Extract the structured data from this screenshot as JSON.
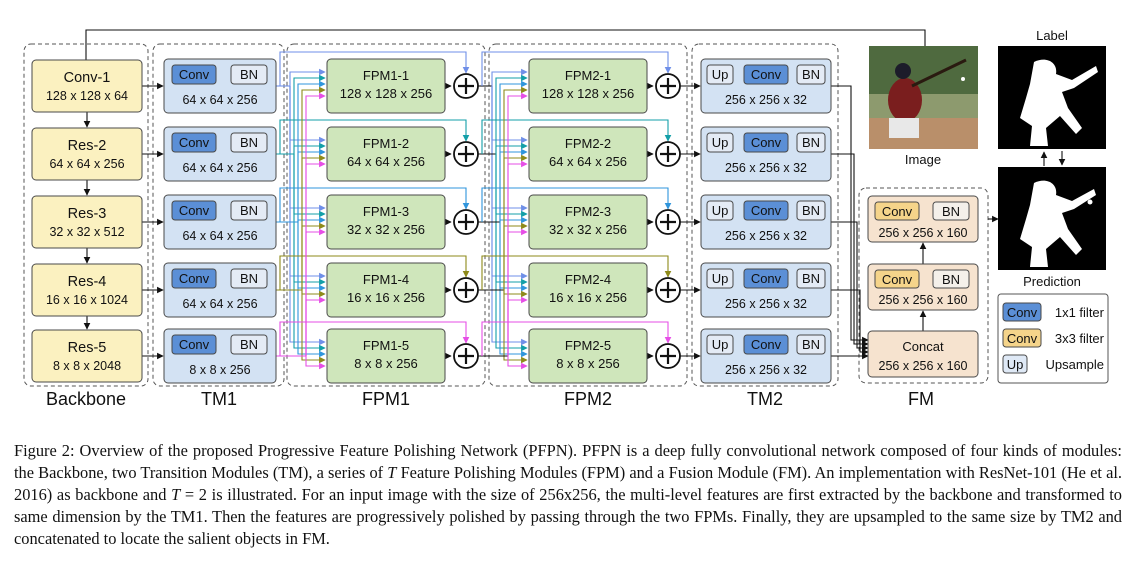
{
  "backbone": {
    "title": "Backbone",
    "blocks": [
      {
        "name": "Conv-1",
        "dims": "128 x 128 x 64"
      },
      {
        "name": "Res-2",
        "dims": "64 x 64 x 256"
      },
      {
        "name": "Res-3",
        "dims": "32 x 32 x 512"
      },
      {
        "name": "Res-4",
        "dims": "16 x 16 x 1024"
      },
      {
        "name": "Res-5",
        "dims": "8 x 8 x 2048"
      }
    ]
  },
  "tm1": {
    "title": "TM1",
    "conv": "Conv",
    "bn": "BN",
    "dims": [
      "64 x 64 x 256",
      "64 x 64 x 256",
      "64 x 64 x 256",
      "64 x 64 x 256",
      "8 x 8 x 256"
    ]
  },
  "fpm1": {
    "title": "FPM1",
    "blocks": [
      {
        "name": "FPM1-1",
        "dims": "128 x 128 x 256"
      },
      {
        "name": "FPM1-2",
        "dims": "64 x 64 x 256"
      },
      {
        "name": "FPM1-3",
        "dims": "32 x 32 x 256"
      },
      {
        "name": "FPM1-4",
        "dims": "16 x 16 x 256"
      },
      {
        "name": "FPM1-5",
        "dims": "8 x 8 x 256"
      }
    ]
  },
  "fpm2": {
    "title": "FPM2",
    "blocks": [
      {
        "name": "FPM2-1",
        "dims": "128 x 128 x 256"
      },
      {
        "name": "FPM2-2",
        "dims": "64 x 64 x 256"
      },
      {
        "name": "FPM2-3",
        "dims": "32 x 32 x 256"
      },
      {
        "name": "FPM2-4",
        "dims": "16 x 16 x 256"
      },
      {
        "name": "FPM2-5",
        "dims": "8 x 8 x 256"
      }
    ]
  },
  "tm2": {
    "title": "TM2",
    "up": "Up",
    "conv": "Conv",
    "bn": "BN",
    "dims": [
      "256 x 256 x 32",
      "256 x 256 x 32",
      "256 x 256 x 32",
      "256 x 256 x 32",
      "256 x 256 x 32"
    ]
  },
  "fm": {
    "title": "FM",
    "conv": "Conv",
    "bn": "BN",
    "dims_top": "256 x 256 x 160",
    "dims_mid": "256 x 256 x 160",
    "concat": "Concat",
    "dims_concat": "256 x 256 x 160"
  },
  "images": {
    "image_label": "Image",
    "label_label": "Label",
    "prediction_label": "Prediction"
  },
  "legend": [
    {
      "key": "Conv",
      "text": "1x1 filter",
      "color": "#5b8fd6"
    },
    {
      "key": "Conv",
      "text": "3x3 filter",
      "color": "#f5d48a"
    },
    {
      "key": "Up",
      "text": "Upsample",
      "color": "#dfe9f6"
    }
  ],
  "colors": {
    "backbone_fill": "#fbf1c0",
    "tm_fill": "#d3e2f3",
    "fpm_fill": "#cfe6bb",
    "fm_fill": "#f6e3cf",
    "conv_1x1": "#5b8fd6",
    "conv_3x3": "#f5d48a",
    "line_1": "#6f8fe8",
    "line_2": "#139fa8",
    "line_3": "#2f95dc",
    "line_4": "#8e8a1a",
    "line_5": "#e64ee6"
  },
  "caption": {
    "part1": "Figure 2: Overview of the proposed Progressive Feature Polishing Network (PFPN). PFPN is a deep fully convolutional network composed of four kinds of modules: the Backbone, two Transition Modules (TM), a series of ",
    "tvar1": "T",
    "part2": " Feature Polishing Modules (FPM) and a Fusion Module (FM). An implementation with ResNet-101 (He et al. 2016) as backbone and ",
    "tvar2": "T",
    "part3": " = 2 is illustrated. For an input image with the size of 256x256, the multi-level features are first extracted by the backbone and transformed to same dimension by the TM1. Then the features are progressively polished by passing through the two FPMs. Finally, they are upsampled to the same size by TM2 and concatenated to locate the salient objects in FM."
  }
}
